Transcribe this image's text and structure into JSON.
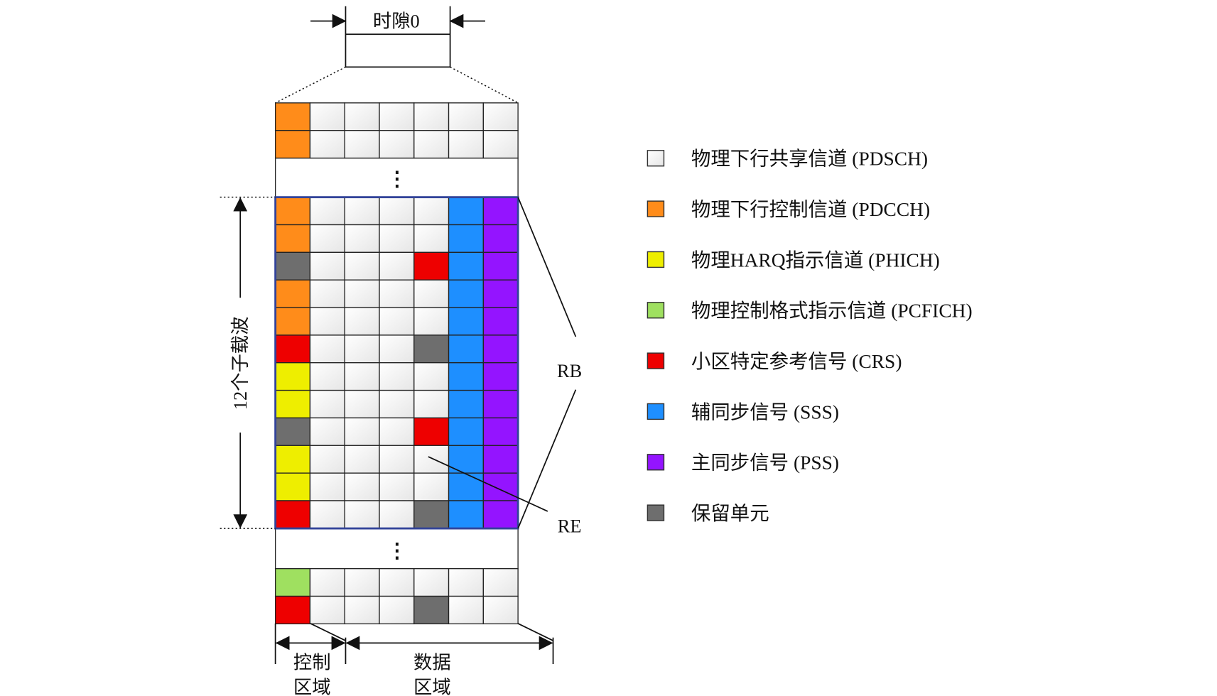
{
  "slot_label": "时隙0",
  "subcarrier_label": "12个子载波",
  "rb_label": "RB",
  "re_label": "RE",
  "ellipsis": "⋮",
  "regions": {
    "control": [
      "控制",
      "区域"
    ],
    "data": [
      "数据",
      "区域"
    ]
  },
  "colors": {
    "pdsch": "#f4f4f4",
    "pdcch": "#ff8c1a",
    "phich": "#eeee00",
    "pcfich": "#9fe060",
    "crs": "#ee0000",
    "sss": "#1e8fff",
    "pss": "#9414ff",
    "reserved": "#6e6e6e",
    "rb_border": "#33449a"
  },
  "legend": [
    {
      "key": "pdsch",
      "label": "物理下行共享信道 (PDSCH)"
    },
    {
      "key": "pdcch",
      "label": "物理下行控制信道 (PDCCH)"
    },
    {
      "key": "phich",
      "label": "物理HARQ指示信道 (PHICH)"
    },
    {
      "key": "pcfich",
      "label": "物理控制格式指示信道 (PCFICH)"
    },
    {
      "key": "crs",
      "label": "小区特定参考信号 (CRS)"
    },
    {
      "key": "sss",
      "label": "辅同步信号 (SSS)"
    },
    {
      "key": "pss",
      "label": "主同步信号 (PSS)"
    },
    {
      "key": "reserved",
      "label": "保留单元"
    }
  ],
  "grid": {
    "top_rows": [
      [
        "pdcch",
        "pdsch",
        "pdsch",
        "pdsch",
        "pdsch",
        "pdsch",
        "pdsch"
      ],
      [
        "pdcch",
        "pdsch",
        "pdsch",
        "pdsch",
        "pdsch",
        "pdsch",
        "pdsch"
      ]
    ],
    "rb_rows": [
      [
        "pdcch",
        "pdsch",
        "pdsch",
        "pdsch",
        "pdsch",
        "sss",
        "pss"
      ],
      [
        "pdcch",
        "pdsch",
        "pdsch",
        "pdsch",
        "pdsch",
        "sss",
        "pss"
      ],
      [
        "reserved",
        "pdsch",
        "pdsch",
        "pdsch",
        "crs",
        "sss",
        "pss"
      ],
      [
        "pdcch",
        "pdsch",
        "pdsch",
        "pdsch",
        "pdsch",
        "sss",
        "pss"
      ],
      [
        "pdcch",
        "pdsch",
        "pdsch",
        "pdsch",
        "pdsch",
        "sss",
        "pss"
      ],
      [
        "crs",
        "pdsch",
        "pdsch",
        "pdsch",
        "reserved",
        "sss",
        "pss"
      ],
      [
        "phich",
        "pdsch",
        "pdsch",
        "pdsch",
        "pdsch",
        "sss",
        "pss"
      ],
      [
        "phich",
        "pdsch",
        "pdsch",
        "pdsch",
        "pdsch",
        "sss",
        "pss"
      ],
      [
        "reserved",
        "pdsch",
        "pdsch",
        "pdsch",
        "crs",
        "sss",
        "pss"
      ],
      [
        "phich",
        "pdsch",
        "pdsch",
        "pdsch",
        "pdsch",
        "sss",
        "pss"
      ],
      [
        "phich",
        "pdsch",
        "pdsch",
        "pdsch",
        "pdsch",
        "sss",
        "pss"
      ],
      [
        "crs",
        "pdsch",
        "pdsch",
        "pdsch",
        "reserved",
        "sss",
        "pss"
      ]
    ],
    "bottom_rows": [
      [
        "pcfich",
        "pdsch",
        "pdsch",
        "pdsch",
        "pdsch",
        "pdsch",
        "pdsch"
      ],
      [
        "crs",
        "pdsch",
        "pdsch",
        "pdsch",
        "reserved",
        "pdsch",
        "pdsch"
      ]
    ]
  }
}
